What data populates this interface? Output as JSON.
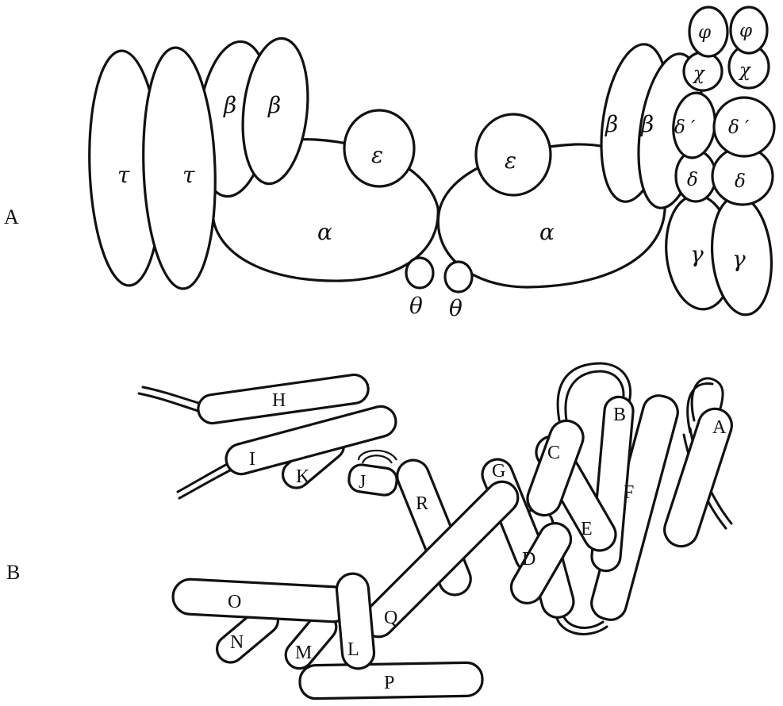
{
  "panel_a": {
    "label": "A",
    "tau_left": "τ",
    "tau_right": "τ",
    "beta_1": "β",
    "beta_2": "β",
    "beta_3": "β",
    "beta_4": "β",
    "epsilon_left": "ε",
    "epsilon_right": "ε",
    "alpha_left": "α",
    "alpha_right": "α",
    "theta_left": "θ",
    "theta_right": "θ",
    "psi_left": "φ",
    "psi_right": "φ",
    "chi_left": "χ",
    "chi_right": "χ",
    "delta_prime_left": "δ ′",
    "delta_prime_right": "δ ′",
    "delta_left": "δ",
    "delta_right": "δ",
    "gamma_left": "γ",
    "gamma_right": "γ"
  },
  "panel_b": {
    "label": "B",
    "helices": {
      "A": "A",
      "B": "B",
      "C": "C",
      "D": "D",
      "E": "E",
      "F": "F",
      "G": "G",
      "H": "H",
      "I": "I",
      "J": "J",
      "K": "K",
      "L": "L",
      "M": "M",
      "N": "N",
      "O": "O",
      "P": "P",
      "Q": "Q",
      "R": "R"
    }
  }
}
